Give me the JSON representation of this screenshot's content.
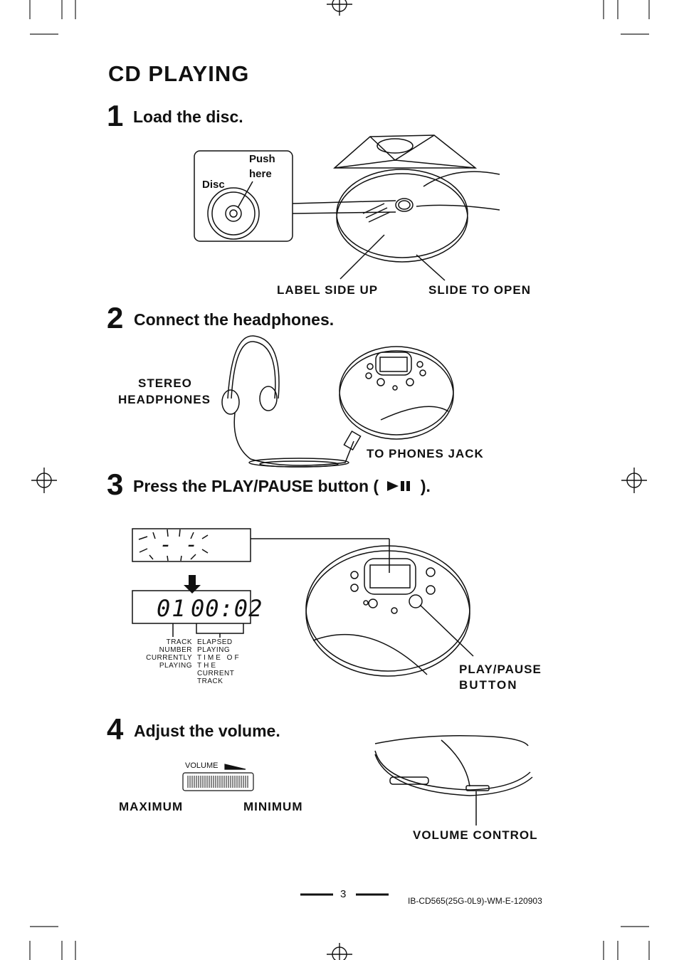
{
  "page": {
    "title": "CD PLAYING",
    "page_number": "3",
    "doc_code": "IB-CD565(25G-0L9)-WM-E-120903"
  },
  "step1": {
    "number": "1",
    "text": "Load the disc.",
    "callout_disc": "Disc",
    "callout_push": "Push",
    "callout_here": "here",
    "label_side_up": "LABEL SIDE UP",
    "slide_to_open": "SLIDE TO OPEN"
  },
  "step2": {
    "number": "2",
    "text": "Connect the headphones.",
    "stereo": "STEREO",
    "headphones": "HEADPHONES",
    "phones_jack": "TO PHONES JACK"
  },
  "step3": {
    "number": "3",
    "text_pre": "Press the PLAY/PAUSE button (",
    "text_post": ").",
    "lcd_blink": "- -",
    "lcd_track": "01",
    "lcd_time": "00:02",
    "track_caption": [
      "TRACK NUMBER",
      "CURRENTLY",
      "PLAYING"
    ],
    "elapsed_caption": [
      "ELAPSED PLAYING",
      "TIME OF THE",
      "CURRENT TRACK"
    ],
    "button_label_1": "PLAY/PAUSE",
    "button_label_2": "BUTTON"
  },
  "step4": {
    "number": "4",
    "text": "Adjust the volume.",
    "volume": "VOLUME",
    "maximum": "MAXIMUM",
    "minimum": "MINIMUM",
    "volume_control": "VOLUME CONTROL"
  }
}
